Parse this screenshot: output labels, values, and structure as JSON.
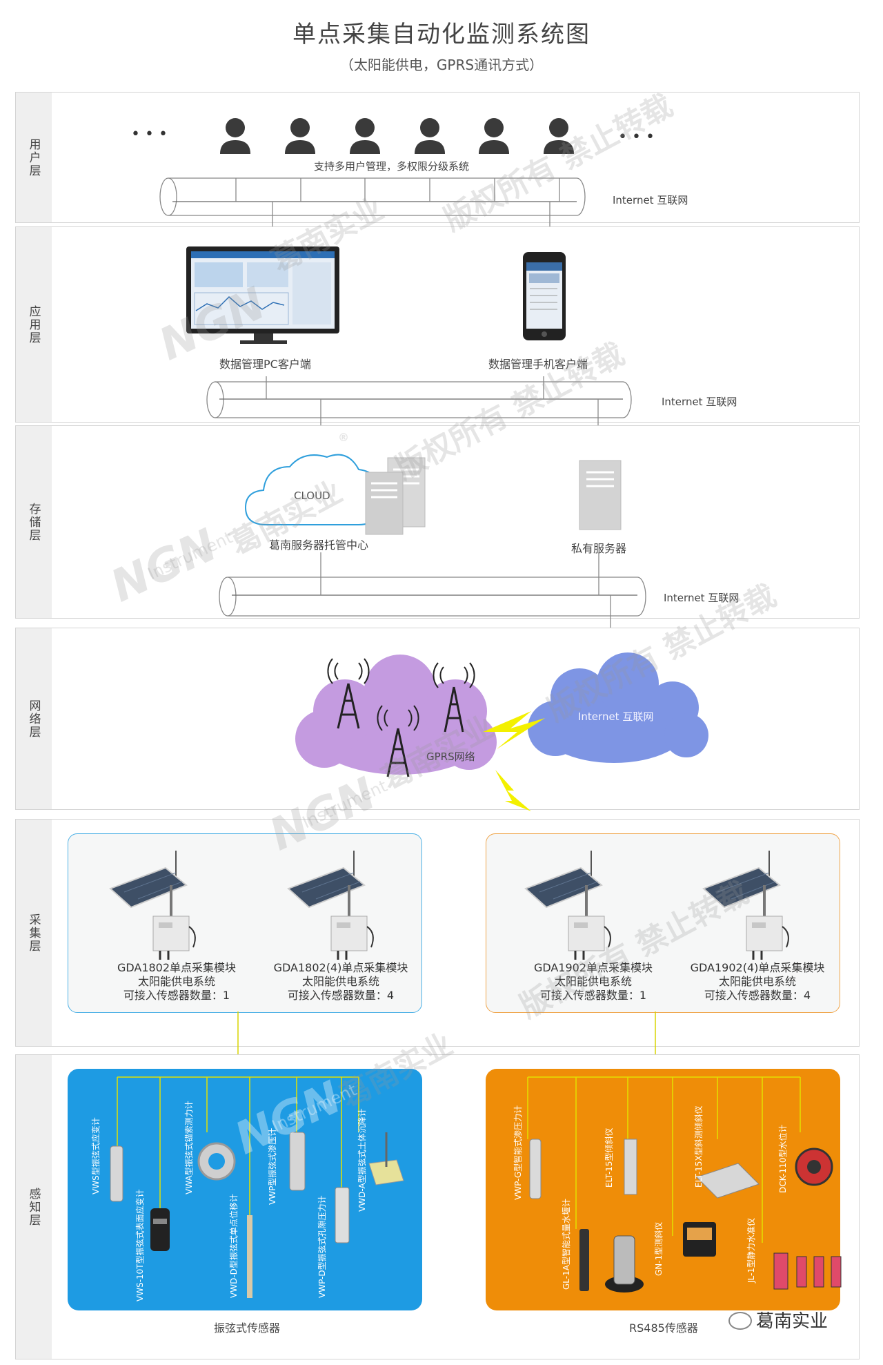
{
  "title": "单点采集自动化监测系统图",
  "subtitle": "（太阳能供电，GPRS通讯方式）",
  "layers": {
    "user": "用户层",
    "app": "应用层",
    "storage": "存储层",
    "network": "网络层",
    "collect": "采集层",
    "sense": "感知层"
  },
  "user_layer": {
    "ellipsis_left": "• • •",
    "ellipsis_right": "• • •",
    "caption": "支持多用户管理，多权限分级系统",
    "bus_label": "Internet 互联网"
  },
  "app_layer": {
    "pc_label": "数据管理PC客户端",
    "phone_label": "数据管理手机客户端",
    "bus_label": "Internet 互联网"
  },
  "storage_layer": {
    "cloud_text": "CLOUD",
    "hosting_label": "葛南服务器托管中心",
    "private_label": "私有服务器",
    "bus_label": "Internet 互联网"
  },
  "network_layer": {
    "gprs_label": "GPRS网络",
    "internet_label": "Internet 互联网"
  },
  "collect_layer": {
    "modules": [
      {
        "name": "GDA1802单点采集模块",
        "power": "太阳能供电系统",
        "count": "可接入传感器数量：1"
      },
      {
        "name": "GDA1802(4)单点采集模块",
        "power": "太阳能供电系统",
        "count": "可接入传感器数量：4"
      },
      {
        "name": "GDA1902单点采集模块",
        "power": "太阳能供电系统",
        "count": "可接入传感器数量：1"
      },
      {
        "name": "GDA1902(4)单点采集模块",
        "power": "太阳能供电系统",
        "count": "可接入传感器数量：4"
      }
    ]
  },
  "sense_layer": {
    "vibrating": {
      "caption": "振弦式传感器",
      "sensors": [
        "VWS型振弦式应变计",
        "VWS-10T型振弦式表面应变计",
        "VWA型振弦式锚索测力计",
        "VWD-D型振弦式单点位移计",
        "VWP型振弦式渗压计",
        "VWP-D型振弦式孔隙压力计",
        "VWD-A型振弦式土体沉降计"
      ]
    },
    "rs485": {
      "caption": "RS485传感器",
      "sensors": [
        "VWP-G型智能式渗压力计",
        "GL-1A型智能式量水堰计",
        "ELT-15型倾斜仪",
        "GN-1型测斜仪",
        "ELT-15X型斜测倾斜仪",
        "JL-1型静力水准仪",
        "DCK-110型水位计"
      ]
    }
  },
  "watermarks": {
    "brand_en": "NGN",
    "brand_sub": "Instrument",
    "brand_cn": "葛南实业",
    "copyright": "版权所有 禁止转载",
    "reg": "®"
  },
  "footer_brand": "葛南实业",
  "colors": {
    "blue_panel": "#1e9be3",
    "orange_panel": "#ef8d08",
    "gprs_cloud": "#c49be0",
    "internet_cloud": "#7e95e4",
    "bolt": "#f3f000",
    "blue_border": "#4db1e6",
    "orange_border": "#f0a54a"
  }
}
